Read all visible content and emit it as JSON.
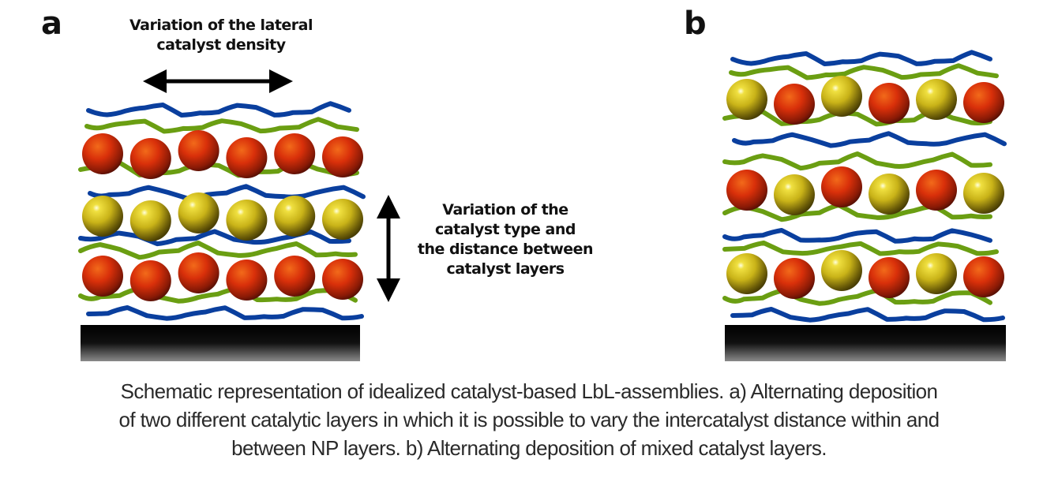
{
  "panels": {
    "a": {
      "label": "a",
      "lateral_annotation": [
        "Variation of the lateral",
        "catalyst density"
      ],
      "vertical_annotation": [
        "Variation of the",
        "catalyst type and",
        "the distance between",
        "catalyst layers"
      ],
      "layers": [
        [
          "red",
          "red",
          "red",
          "red",
          "red",
          "red"
        ],
        [
          "gold",
          "gold",
          "gold",
          "gold",
          "gold",
          "gold"
        ],
        [
          "red",
          "red",
          "red",
          "red",
          "red",
          "red"
        ]
      ]
    },
    "b": {
      "label": "b",
      "layers": [
        [
          "gold",
          "red",
          "gold",
          "red",
          "gold",
          "red"
        ],
        [
          "red",
          "gold",
          "red",
          "gold",
          "red",
          "gold"
        ],
        [
          "gold",
          "red",
          "gold",
          "red",
          "gold",
          "red"
        ]
      ]
    }
  },
  "colors": {
    "red": "#d9300a",
    "gold": "#c9b318",
    "polymer_blue": "#0a3f9e",
    "polymer_green": "#6a9e12",
    "substrate": "#000000"
  },
  "caption": [
    "Schematic representation of idealized catalyst-based LbL-assemblies. a) Alternating deposition",
    "of two different catalytic layers in which it is possible to vary the intercatalyst distance within and",
    "between NP layers. b) Alternating deposition of mixed catalyst layers."
  ]
}
